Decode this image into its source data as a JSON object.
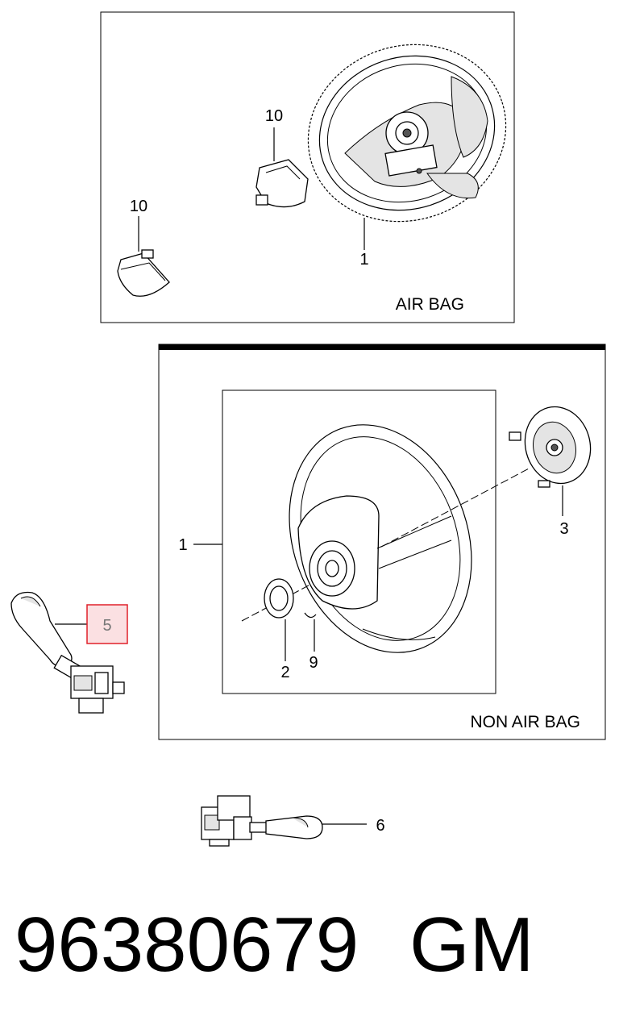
{
  "air_bag_panel": {
    "caption": "AIR BAG",
    "callouts": {
      "wheel": "1",
      "part10_upper": "10",
      "part10_lower": "10"
    }
  },
  "non_air_bag_panel": {
    "caption": "NON AIR BAG",
    "callouts": {
      "wheel": "1",
      "nut": "2",
      "hub": "3",
      "spring": "9"
    }
  },
  "switches": {
    "left_switch_callout": "5",
    "right_switch_callout": "6",
    "highlight_color": "#e0202a"
  },
  "footer": {
    "part_number": "96380679",
    "brand": "GM"
  }
}
